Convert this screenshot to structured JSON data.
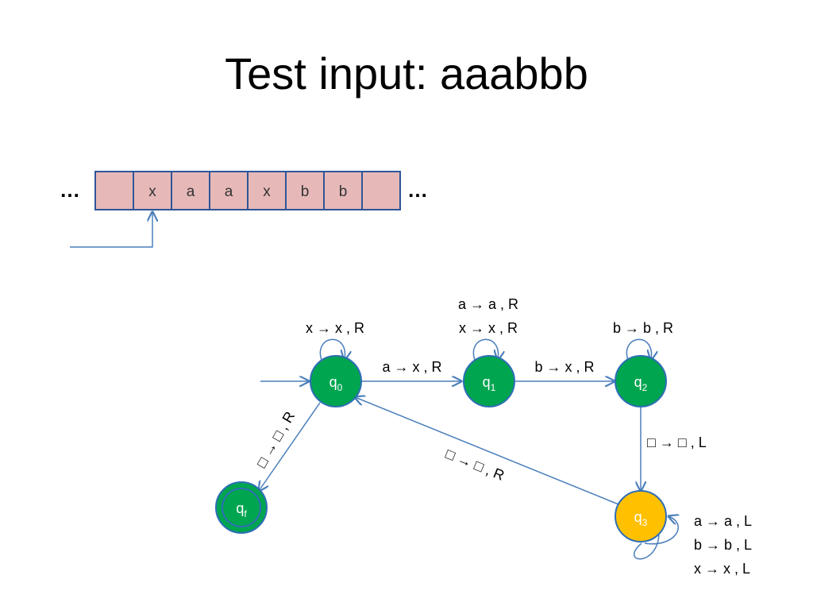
{
  "title": "Test input: aaabbb",
  "tape": {
    "left_dots": "…",
    "right_dots": "…",
    "cells": [
      "",
      "x",
      "a",
      "a",
      "x",
      "b",
      "b",
      ""
    ],
    "head_index": 1
  },
  "states": {
    "q0": {
      "base": "q",
      "sub": "0"
    },
    "q1": {
      "base": "q",
      "sub": "1"
    },
    "q2": {
      "base": "q",
      "sub": "2"
    },
    "q3": {
      "base": "q",
      "sub": "3"
    },
    "qf": {
      "base": "q",
      "sub": "f"
    }
  },
  "transitions": {
    "q0_loop": "x → x , R",
    "q0_q1": "a → x , R",
    "q1_loop_1": "a → a , R",
    "q1_loop_2": "x → x , R",
    "q1_q2": "b → x , R",
    "q2_loop": "b → b , R",
    "q2_q3": "□ → □ , L",
    "q3_q0": "□ → □ , R",
    "q0_qf": "□ → □ , R",
    "q3_loop_1": "a → a , L",
    "q3_loop_2": "b → b , L",
    "q3_loop_3": "x → x , L"
  },
  "colors": {
    "tape_fill": "#e6b9b8",
    "tape_border": "#2f5597",
    "arrow": "#4a7ebb",
    "state_green": "#00a550",
    "state_active": "#ffc000",
    "state_border": "#2f6eb5"
  }
}
